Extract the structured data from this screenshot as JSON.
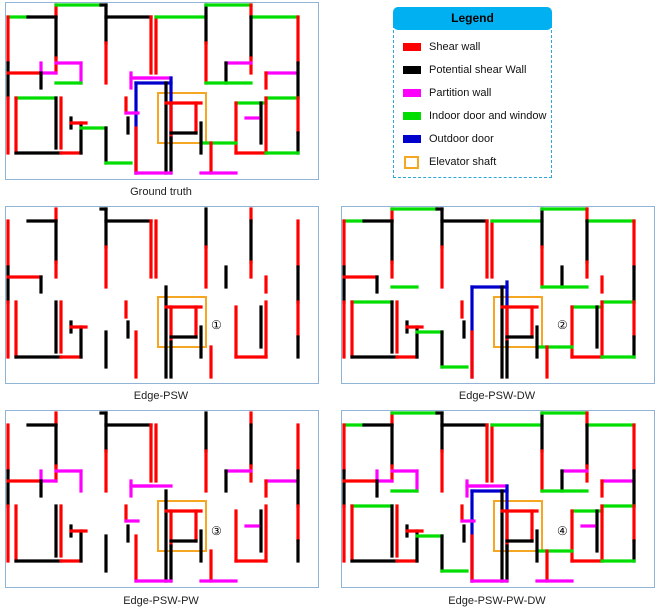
{
  "legend": {
    "title": "Legend",
    "items": [
      {
        "label": "Shear wall",
        "color": "#ff0000",
        "kind": "bar"
      },
      {
        "label": "Potential shear Wall",
        "color": "#000000",
        "kind": "bar"
      },
      {
        "label": "Partition wall",
        "color": "#ff00ff",
        "kind": "bar"
      },
      {
        "label": "Indoor door and window",
        "color": "#00dd00",
        "kind": "bar"
      },
      {
        "label": "Outdoor door",
        "color": "#0000cc",
        "kind": "bar"
      },
      {
        "label": "Elevator shaft",
        "color": "#f5a623",
        "kind": "outline"
      }
    ]
  },
  "panels": [
    {
      "caption": "Ground truth",
      "marker": "",
      "layers": [
        "shear",
        "potential",
        "partition",
        "door",
        "outdoor"
      ]
    },
    {
      "caption": "Edge-PSW",
      "marker": "①",
      "layers": [
        "shear",
        "potential"
      ]
    },
    {
      "caption": "Edge-PSW-DW",
      "marker": "②",
      "layers": [
        "shear",
        "potential",
        "door",
        "outdoor"
      ]
    },
    {
      "caption": "Edge-PSW-PW",
      "marker": "③",
      "layers": [
        "shear",
        "potential",
        "partition"
      ]
    },
    {
      "caption": "Edge-PSW-PW-DW",
      "marker": "④",
      "layers": [
        "shear",
        "potential",
        "partition",
        "door",
        "outdoor"
      ]
    }
  ],
  "colors": {
    "shear": "#ff0000",
    "potential": "#000000",
    "partition": "#ff00ff",
    "door": "#00dd00",
    "outdoor": "#0000cc",
    "elevator": "#f5a623",
    "panel_border": "#8fb4d6"
  }
}
